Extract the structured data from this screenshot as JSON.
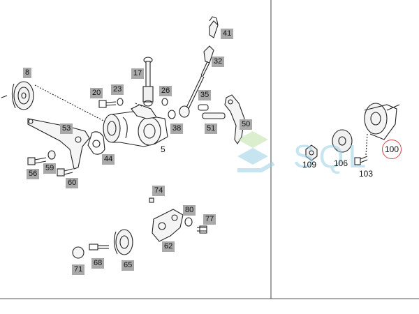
{
  "diagram": {
    "callouts_left": [
      "8",
      "20",
      "23",
      "17",
      "26",
      "35",
      "41",
      "32",
      "53",
      "44",
      "56",
      "59",
      "60",
      "38",
      "51",
      "50",
      "5",
      "74",
      "80",
      "77",
      "62",
      "71",
      "68",
      "65"
    ],
    "callouts_right": [
      "109",
      "106",
      "103"
    ],
    "highlighted_part": "100"
  },
  "watermark": "SQL",
  "colors": {
    "label_bg": "#a9a9a9",
    "highlight_ring": "#d0454a",
    "watermark_blue": "#9ad1e6",
    "watermark_green": "#bfe2a8"
  }
}
